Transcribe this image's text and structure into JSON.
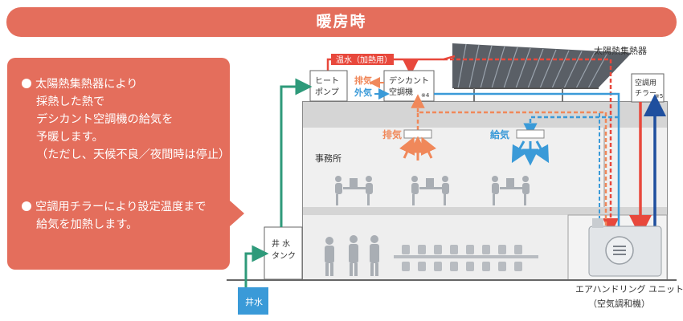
{
  "header": {
    "title": "暖房時"
  },
  "note": {
    "p1": [
      "太陽熱集熱器により",
      "採熱した熱で",
      "デシカント空調機の給気を",
      "予暖します。",
      "（ただし、天候不良／夜間時は停止）"
    ],
    "p2": [
      "空調用チラーにより設定温度まで",
      "給気を加熱します。"
    ]
  },
  "labels": {
    "solar_collector": "太陽熱集熱器",
    "hot_water_heat": "温水（加熱用）",
    "heat_pump_1": "ヒート",
    "heat_pump_2": "ポンプ",
    "exhaust_top": "排気",
    "outside_air": "外気",
    "desiccant_1": "デシカント",
    "desiccant_2": "空調機",
    "desiccant_note": "※4",
    "chiller_1": "空調用",
    "chiller_2": "チラー",
    "chiller_note": "※5",
    "exhaust_office": "排気",
    "supply_office": "給気",
    "office": "事務所",
    "tank_1": "井 水",
    "tank_2": "タンク",
    "well": "井水",
    "ahu_1": "エアハンドリング ユニット",
    "ahu_2": "（空気調和機）"
  },
  "colors": {
    "banner": "#e46e5c",
    "hot_water": "#e8483c",
    "cold_water": "#1f4f9e",
    "exhaust": "#f0885a",
    "supply": "#3a9ad8",
    "well_water": "#2e9a7a",
    "building": "#7a7a7a",
    "wall": "#c9c9c9"
  }
}
